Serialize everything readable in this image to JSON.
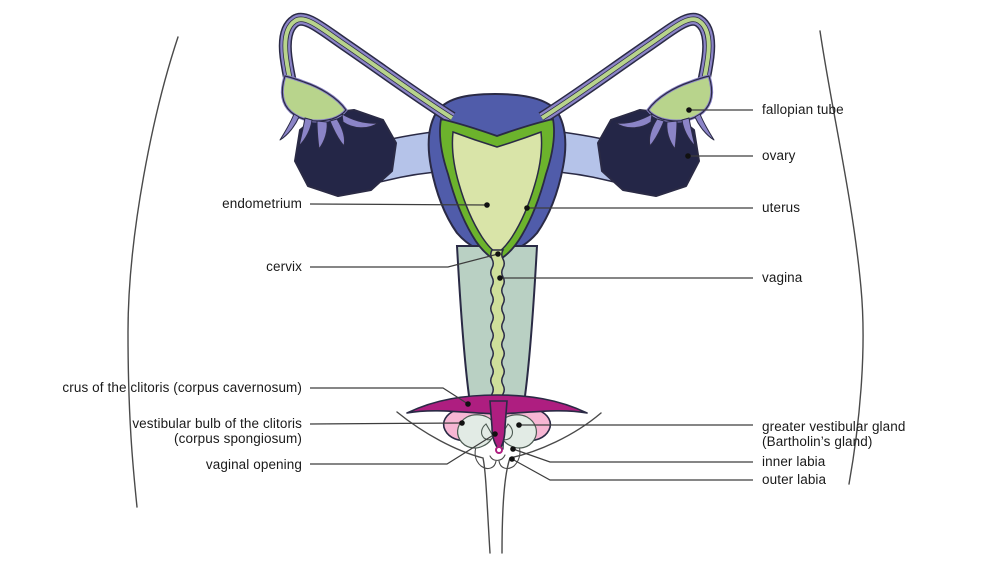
{
  "figure": {
    "kind": "anatomical diagram",
    "subject": "female reproductive system, front view"
  },
  "labels": {
    "endometrium": "endometrium",
    "cervix": "cervix",
    "crus": "crus of the clitoris (corpus cavernosum)",
    "vestibular_bulb_1": "vestibular bulb of the clitoris",
    "vestibular_bulb_2": "(corpus spongiosum)",
    "vaginal_opening": "vaginal opening",
    "fallopian_tube": "fallopian tube",
    "ovary": "ovary",
    "uterus": "uterus",
    "vagina": "vagina",
    "greater_vestibular_gland_1": "greater vestibular gland",
    "greater_vestibular_gland_2": "(Bartholin’s gland)",
    "inner_labia": "inner labia",
    "outer_labia": "outer labia"
  },
  "colors": {
    "uterus_blue": "#505caa",
    "endometrium_green": "#6cb32c",
    "cavity_pale": "#d9e4a8",
    "tube_green": "#b8d48c",
    "tube_purple": "#8b84c7",
    "ovary_navy": "#242647",
    "ligament_periwinkle": "#b5c3e9",
    "vagina_sage": "#b9d0c3",
    "canal_pale": "#cfdf9b",
    "clitoris_magenta": "#ae1e80",
    "bulb_pink": "#f7b6d4",
    "gland_pale": "#e2ebe5",
    "gland_outline": "#4c5a52",
    "outline_dark": "#2a2a45",
    "line_gray": "#3d3d3d",
    "body_outline_gray": "#4a4a4a",
    "label_text": "#1a1a1a"
  }
}
